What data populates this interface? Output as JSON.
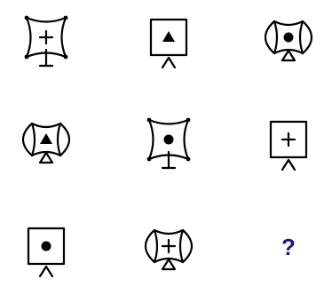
{
  "puzzle": {
    "cols": 3,
    "rows": 3,
    "cells": [
      {
        "frame": "star",
        "inner": "plus",
        "stand": "t"
      },
      {
        "frame": "square",
        "inner": "triangle",
        "stand": "tripod"
      },
      {
        "frame": "barrel",
        "inner": "dot",
        "stand": "triangle"
      },
      {
        "frame": "barrel",
        "inner": "triangle",
        "stand": "triangle"
      },
      {
        "frame": "star",
        "inner": "dot",
        "stand": "t"
      },
      {
        "frame": "square",
        "inner": "plus",
        "stand": "tripod"
      },
      {
        "frame": "square",
        "inner": "dot",
        "stand": "tripod"
      },
      {
        "frame": "barrel",
        "inner": "plus",
        "stand": "triangle"
      },
      {
        "frame": "question",
        "inner": "none",
        "stand": "none"
      }
    ],
    "question_mark": "?",
    "colors": {
      "line": "#000000",
      "question": "#1a1a7a"
    }
  }
}
